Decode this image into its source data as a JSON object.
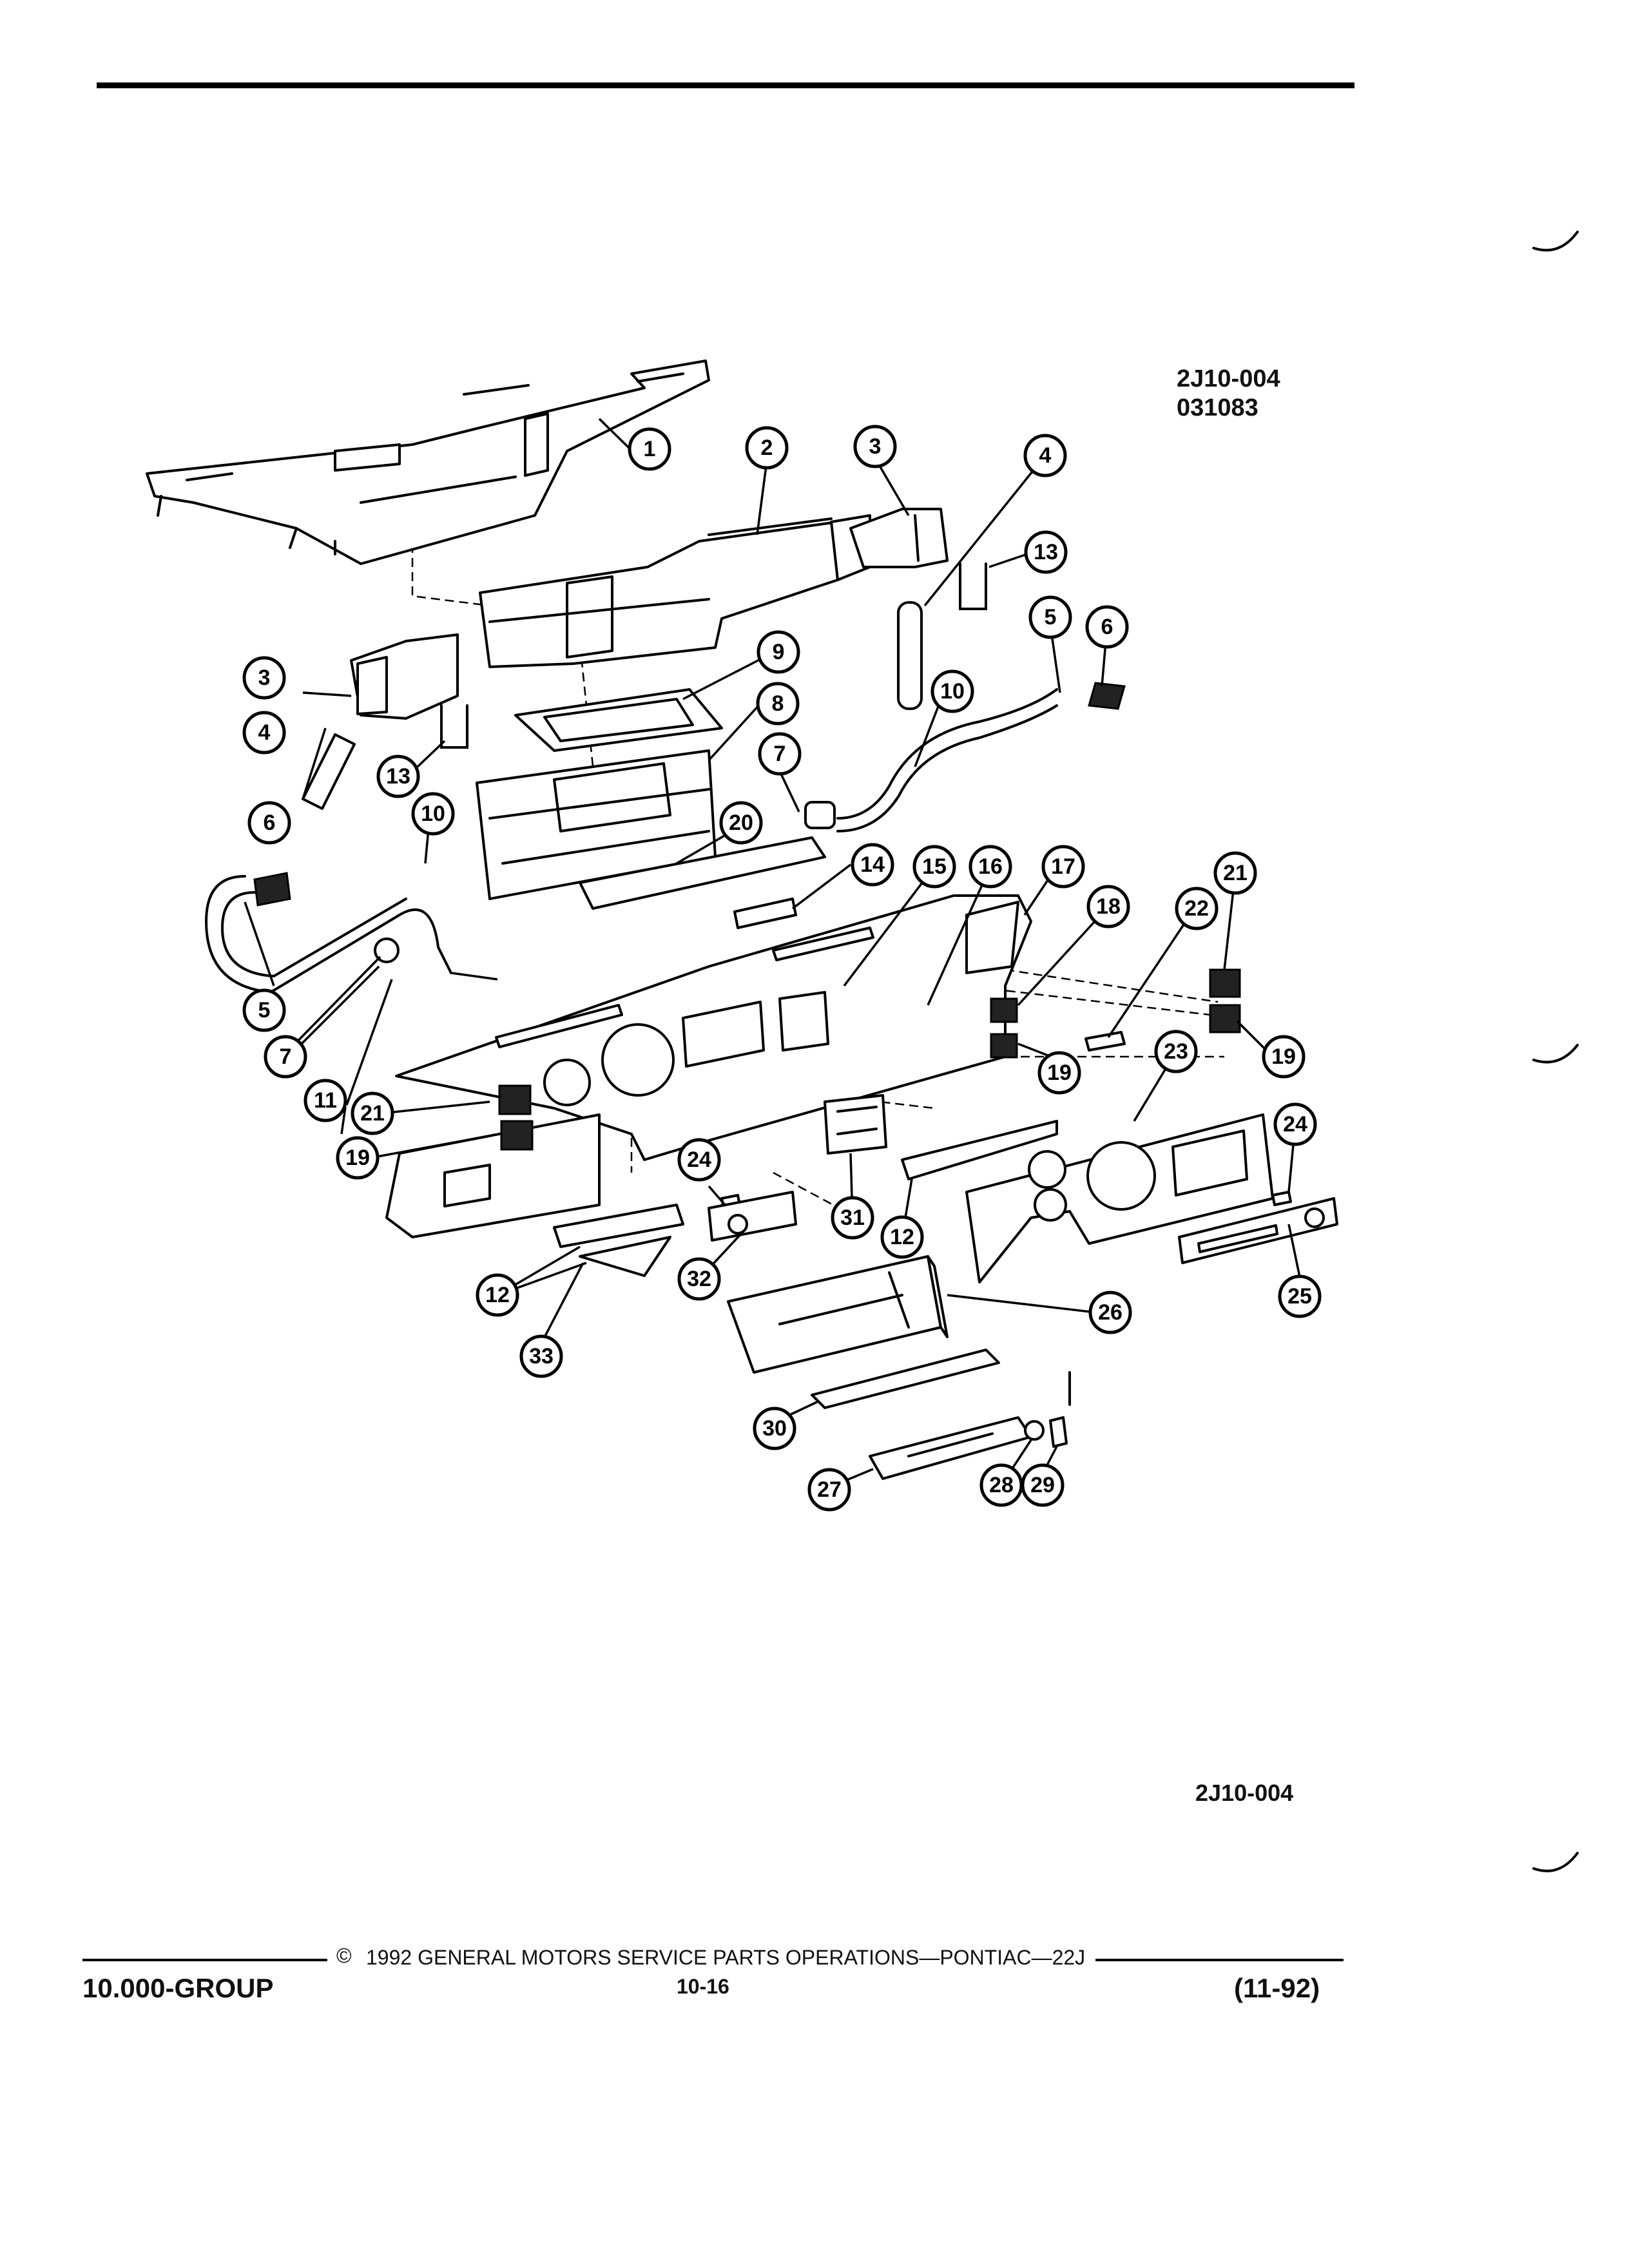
{
  "header": {
    "figure_id": "2J10-004",
    "figure_date": "031083"
  },
  "figure": {
    "bottom_id": "2J10-004",
    "callouts": [
      "1",
      "2",
      "3",
      "4",
      "5",
      "6",
      "7",
      "8",
      "9",
      "10",
      "11",
      "12",
      "13",
      "14",
      "15",
      "16",
      "17",
      "18",
      "19",
      "20",
      "21",
      "22",
      "23",
      "24",
      "25",
      "26",
      "27",
      "28",
      "29",
      "30",
      "31",
      "32",
      "33"
    ]
  },
  "footer": {
    "copyright_symbol": "©",
    "copyright": "1992  GENERAL MOTORS SERVICE PARTS OPERATIONS—PONTIAC—22J",
    "group": "10.000-GROUP",
    "page": "10-16",
    "revision": "(11-92)"
  }
}
